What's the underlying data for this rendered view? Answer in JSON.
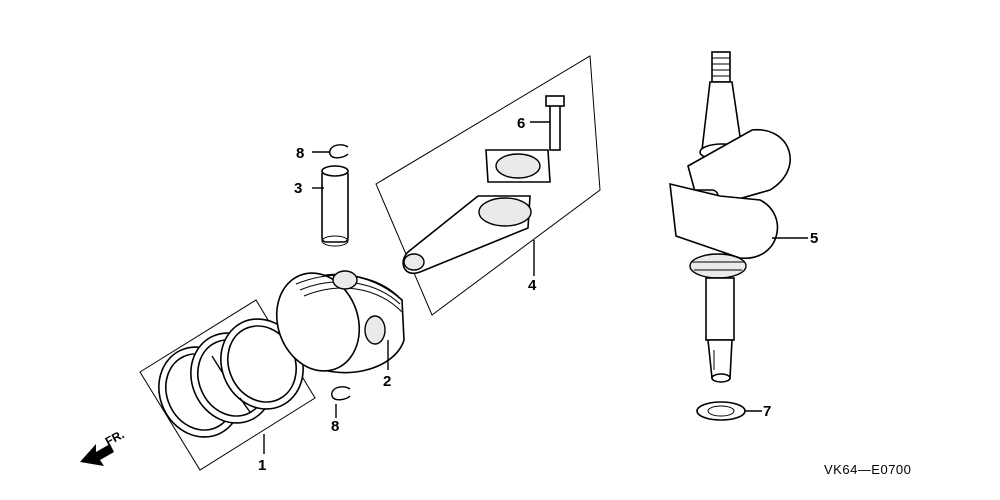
{
  "diagram": {
    "code": "VK64—E0700",
    "direction_label": "FR.",
    "callouts": [
      {
        "id": "1",
        "label": "1"
      },
      {
        "id": "2",
        "label": "2"
      },
      {
        "id": "3",
        "label": "3"
      },
      {
        "id": "4",
        "label": "4"
      },
      {
        "id": "5",
        "label": "5"
      },
      {
        "id": "6",
        "label": "6"
      },
      {
        "id": "7",
        "label": "7"
      },
      {
        "id": "8a",
        "label": "8"
      },
      {
        "id": "8b",
        "label": "8"
      }
    ]
  }
}
